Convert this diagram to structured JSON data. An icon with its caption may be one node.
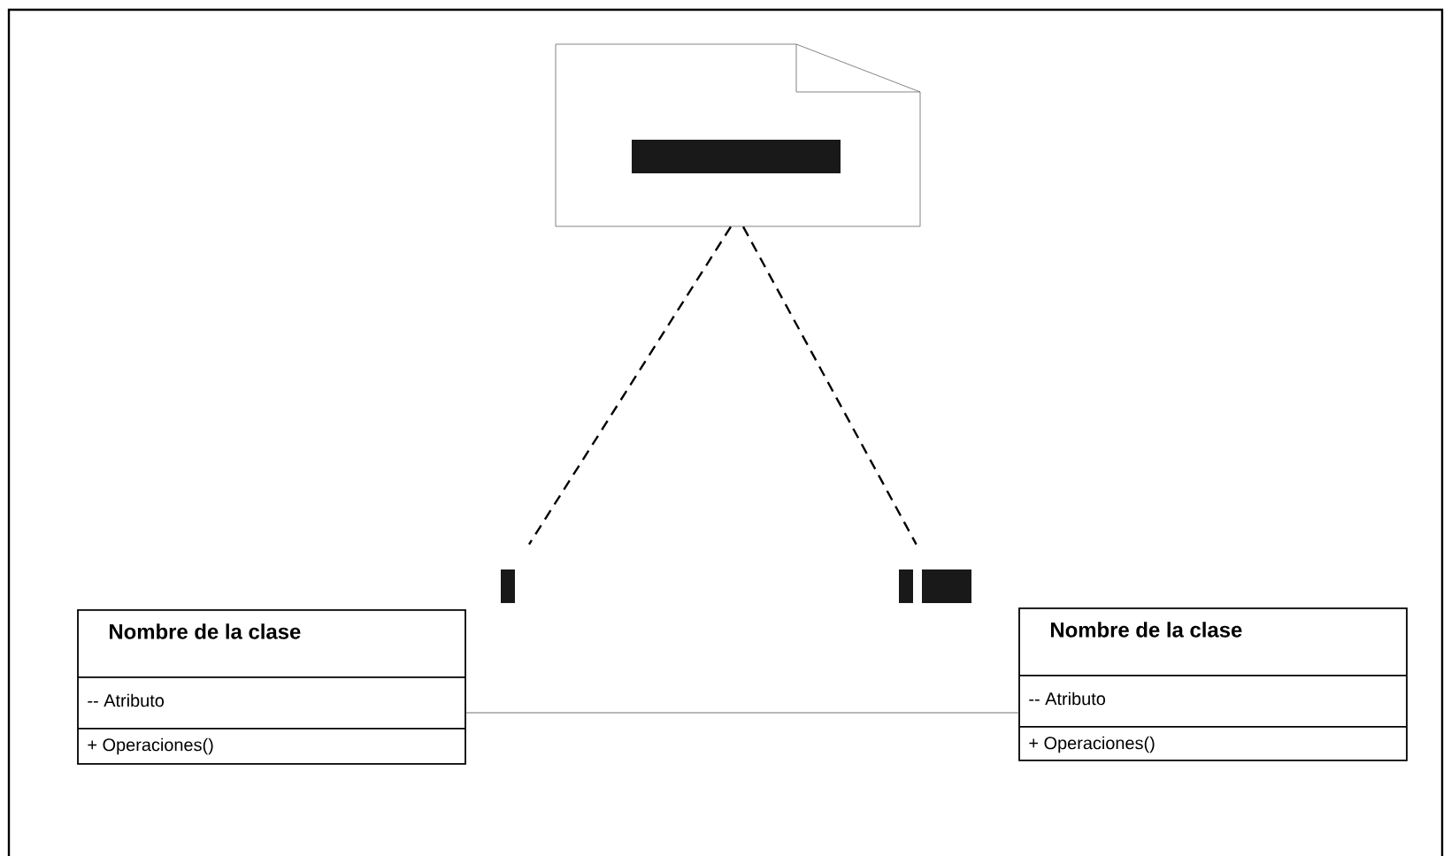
{
  "diagram": {
    "nodes": [
      {
        "text": [],
        "shape": "note"
      },
      {
        "text": [
          "Nombre de la clase",
          "-- Atributo",
          "+ Operaciones()"
        ]
      },
      {
        "text": [
          "Nombre de la clase",
          "-- Atributo",
          "+ Operaciones()"
        ]
      },
      {
        "text": [],
        "shape": "bar"
      },
      {
        "text": [],
        "shape": "bar"
      }
    ],
    "edges": [
      {
        "from": 1,
        "to": 2,
        "arrow": "none",
        "color": "#a0a0a0"
      },
      {
        "from": 0,
        "to": 3,
        "arrow": "none",
        "style": "dashed"
      },
      {
        "from": 0,
        "to": 4,
        "arrow": "none",
        "style": "dashed"
      }
    ]
  }
}
